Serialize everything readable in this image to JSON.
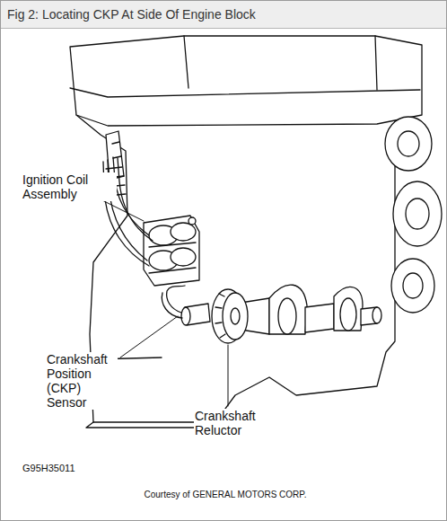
{
  "diagram": {
    "title": "Fig 2: Locating CKP At Side Of Engine Block",
    "caption": "Courtesy of GENERAL MOTORS CORP.",
    "labels": [
      "Ignition Coil Assembly",
      "Crankshaft Position (CKP) Sensor",
      "Crankshaft Reluctor",
      "G95H35011"
    ]
  }
}
